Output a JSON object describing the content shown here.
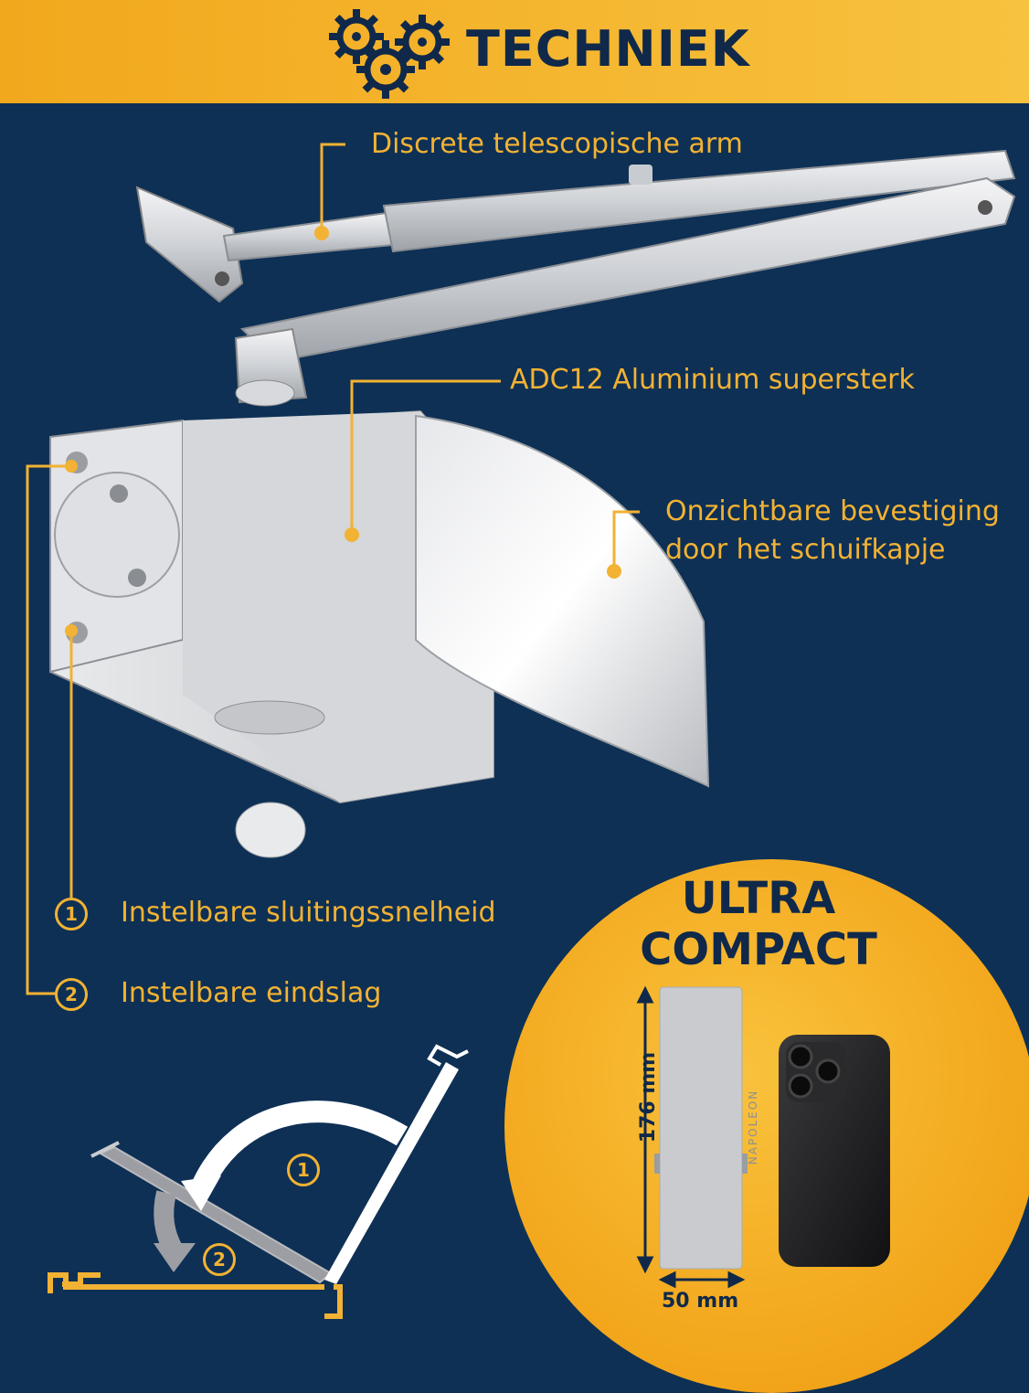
{
  "header": {
    "title": "TECHNIEK",
    "icon": "gears-icon",
    "colors": {
      "banner": "#f4b12c",
      "background": "#0e3055",
      "accent": "#f2b233",
      "text_dark": "#10294a"
    }
  },
  "callouts": {
    "arm": "Discrete telescopische arm",
    "body": "ADC12 Aluminium supersterk",
    "cover_line1": "Onzichtbare bevestiging",
    "cover_line2": "door het schuifkapje"
  },
  "adjustments": [
    {
      "number": "1",
      "label": "Instelbare sluitingssnelheid"
    },
    {
      "number": "2",
      "label": "Instelbare eindslag"
    }
  ],
  "diagram": {
    "step1": "1",
    "step2": "2"
  },
  "compact": {
    "title_line1": "ULTRA",
    "title_line2": "COMPACT",
    "brand": "NAPOLEON",
    "height_label": "176 mm",
    "width_label": "50 mm"
  }
}
